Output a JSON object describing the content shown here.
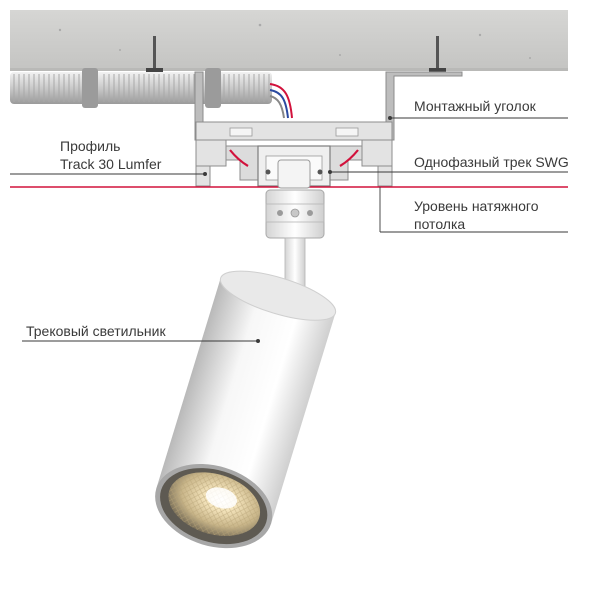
{
  "labels": {
    "mounting_bracket": "Монтажный уголок",
    "profile_line1": "Профиль",
    "profile_line2": "Track 30 Lumfer",
    "single_phase_track": "Однофазный трек SWG",
    "ceiling_level_line1": "Уровень натяжного",
    "ceiling_level_line2": "потолка",
    "track_luminaire": "Трековый светильник"
  },
  "colors": {
    "concrete": "#cfcfcd",
    "ceiling_line": "#d2123c",
    "leader": "#3a3a3a",
    "metal": "#d9d9d9",
    "luminaire_body": "#ececec",
    "light_glow": "#f3e2b6"
  }
}
